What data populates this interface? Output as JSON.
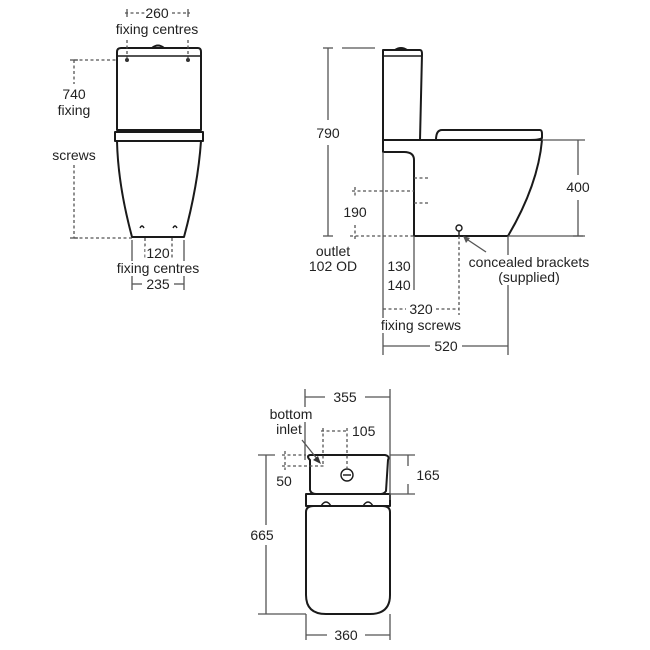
{
  "drawing": {
    "subject": "close-coupled WC pan and cistern dimension drawing",
    "front_view": {
      "top_dim": "260",
      "top_dim_label": "fixing centres",
      "height_dim": "740",
      "height_label_1": "fixing",
      "height_label_2": "screws",
      "bottom_dim": "120",
      "bottom_dim_label": "fixing centres",
      "base_width": "235"
    },
    "side_view": {
      "overall_height": "790",
      "seat_height": "400",
      "outlet_height": "190",
      "outlet_label_1": "outlet",
      "outlet_label_2": "102 OD",
      "dim_130": "130",
      "dim_140": "140",
      "fixing_dist": "320",
      "fixing_label": "fixing screws",
      "depth": "520",
      "bracket_label_1": "concealed brackets",
      "bracket_label_2": "(supplied)"
    },
    "plan_view": {
      "cistern_width": "355",
      "inlet_label_1": "bottom",
      "inlet_label_2": "inlet",
      "inlet_offset_x": "105",
      "inlet_offset_y": "50",
      "cistern_depth": "165",
      "overall_length": "665",
      "pan_width": "360"
    },
    "colors": {
      "outline": "#1a1a1a",
      "dimension": "#555555",
      "background": "#ffffff"
    }
  }
}
